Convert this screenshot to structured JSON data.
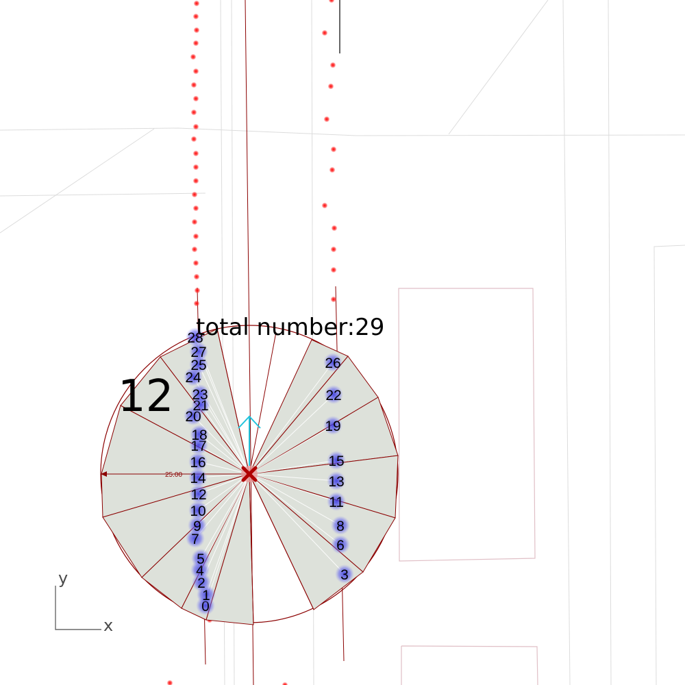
{
  "total_label": "total number:29",
  "big_number": "12",
  "radius_label": "25.00",
  "axis": {
    "x": "x",
    "y": "y"
  },
  "colors": {
    "background": "#ffffff",
    "red_dot": "#ff1a1a",
    "sector_fill": "#dde1da",
    "sector_line": "#8b0000",
    "marker_glow": "#3a3adf",
    "center": "#b00000",
    "arrow": "#22c4dd",
    "context_line": "#dddddd",
    "building": "#e0bfc6"
  },
  "markers": [
    {
      "label": "0"
    },
    {
      "label": "1"
    },
    {
      "label": "2"
    },
    {
      "label": "3"
    },
    {
      "label": "4"
    },
    {
      "label": "5"
    },
    {
      "label": "6"
    },
    {
      "label": "7"
    },
    {
      "label": "8"
    },
    {
      "label": "9"
    },
    {
      "label": "10"
    },
    {
      "label": "11"
    },
    {
      "label": "12"
    },
    {
      "label": "13"
    },
    {
      "label": "14"
    },
    {
      "label": "15"
    },
    {
      "label": "16"
    },
    {
      "label": "17"
    },
    {
      "label": "18"
    },
    {
      "label": "19"
    },
    {
      "label": "20"
    },
    {
      "label": "21"
    },
    {
      "label": "22"
    },
    {
      "label": "23"
    },
    {
      "label": "24"
    },
    {
      "label": "25"
    },
    {
      "label": "26"
    },
    {
      "label": "27"
    },
    {
      "label": "28"
    }
  ]
}
